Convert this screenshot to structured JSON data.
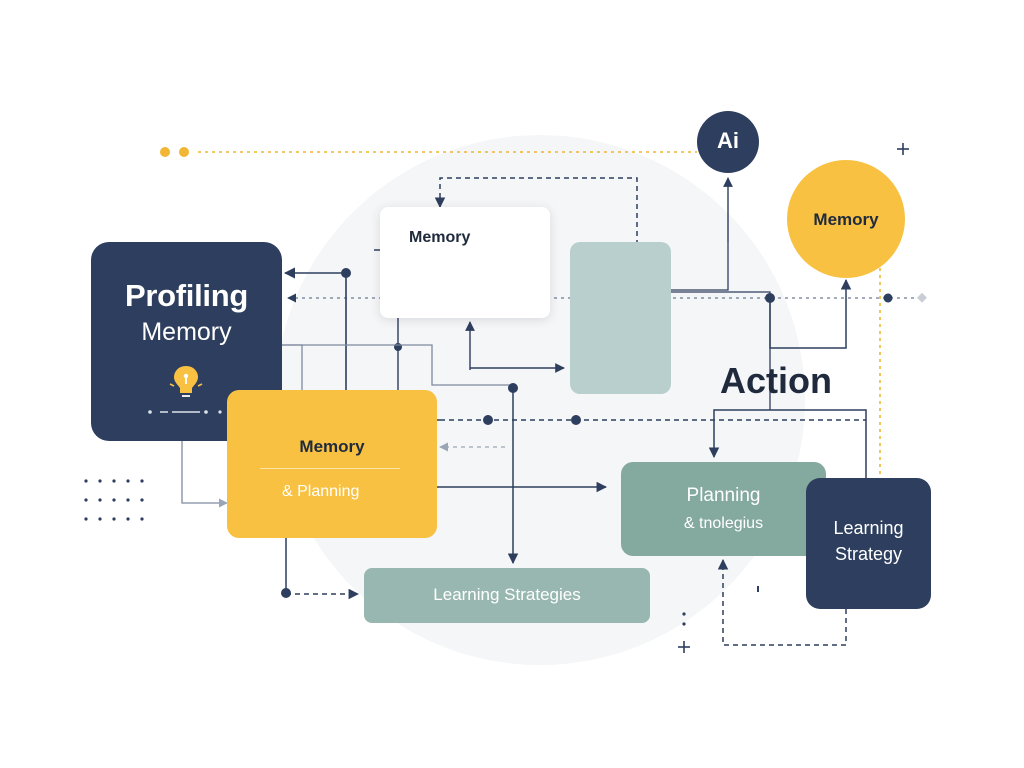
{
  "nodes": {
    "profiling": {
      "title": "Profiling",
      "subtitle": "Memory"
    },
    "memory_note": {
      "title": "Memory"
    },
    "memory_circle": {
      "label": "Memory"
    },
    "ai_circle": {
      "label": "Ai"
    },
    "action": {
      "label": "Action"
    },
    "memory_planning": {
      "title": "Memory",
      "subtitle": "& Planning"
    },
    "planning_tools": {
      "title": "Planning",
      "subtitle": "& tnolegius"
    },
    "learning_strategy": {
      "line1": "Learning",
      "line2": "Strategy"
    },
    "learning_strategies": {
      "label": "Learning Strategies"
    }
  },
  "colors": {
    "navy": "#2d3e5e",
    "amber": "#f8c142",
    "sage": "#84a99f",
    "sage_light": "#b8cfcd",
    "teal_bar": "#98b7b0",
    "line": "#2d3e5e",
    "accent_dotted": "#f2b634"
  },
  "icons": [
    "lightbulb-icon",
    "plus-icon",
    "dot-grid-icon"
  ]
}
